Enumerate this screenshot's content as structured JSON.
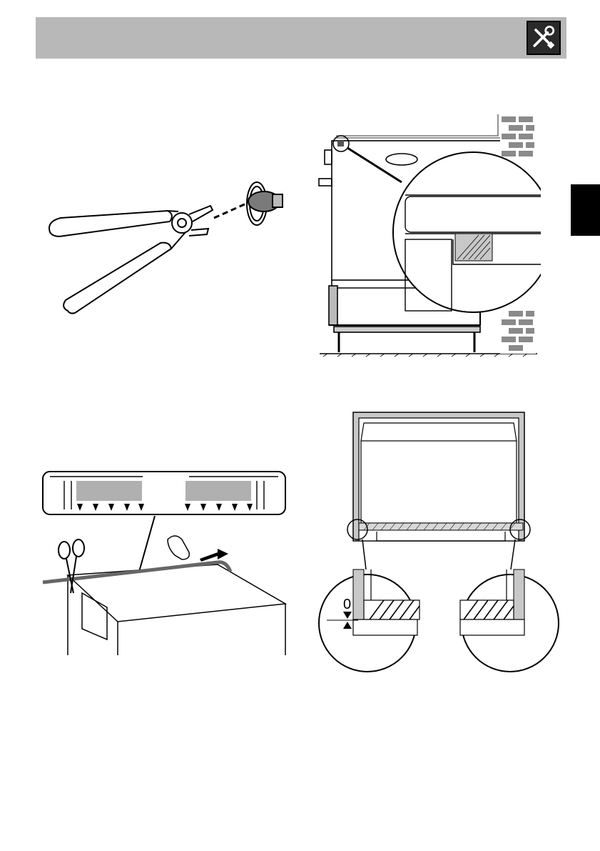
{
  "header": {
    "icon": "tools-icon"
  },
  "side_tab": {
    "color": "#000000"
  },
  "figures": {
    "pliers": {
      "icon": "pliers-icon"
    },
    "wall_section": {
      "icon": "wall-section-diagram"
    },
    "trim_strip": {
      "icon": "trim-strip-diagram"
    },
    "front_view": {
      "icon": "front-view-diagram",
      "gap_label": "0"
    }
  },
  "colors": {
    "header_bg": "#b8b8b8",
    "icon_bg": "#2a2a2a",
    "brick": "#8a8a8a",
    "shade": "#c8c8c8"
  }
}
